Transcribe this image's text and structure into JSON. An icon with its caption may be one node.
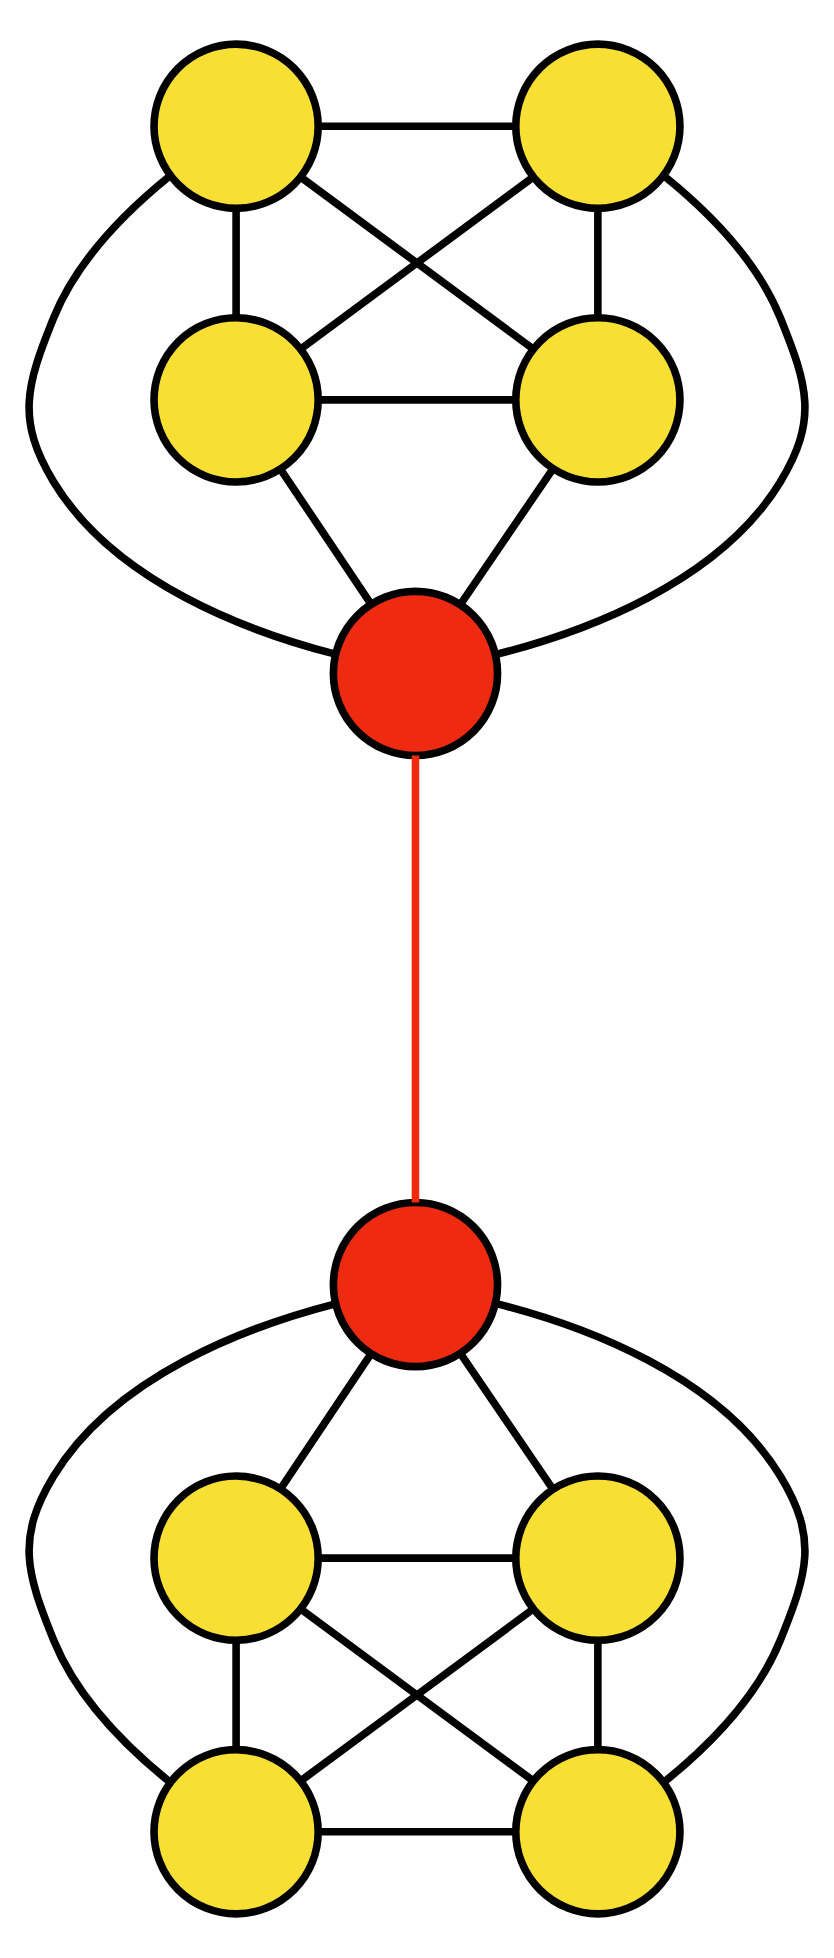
{
  "diagram": {
    "nodes": [
      {
        "text": [],
        "shape": "circle"
      },
      {
        "text": [],
        "shape": "circle"
      },
      {
        "text": [],
        "shape": "circle"
      },
      {
        "text": [],
        "shape": "circle"
      },
      {
        "text": [],
        "shape": "circle"
      },
      {
        "text": [],
        "shape": "circle"
      },
      {
        "text": [],
        "shape": "circle"
      },
      {
        "text": [],
        "shape": "circle"
      },
      {
        "text": [],
        "shape": "circle"
      },
      {
        "text": [],
        "shape": "circle"
      }
    ],
    "edges": [
      {
        "from": 0,
        "to": 1,
        "arrow": "none"
      },
      {
        "from": 0,
        "to": 2,
        "arrow": "none"
      },
      {
        "from": 0,
        "to": 3,
        "arrow": "none"
      },
      {
        "from": 0,
        "to": 4,
        "arrow": "none"
      },
      {
        "from": 1,
        "to": 2,
        "arrow": "none"
      },
      {
        "from": 1,
        "to": 3,
        "arrow": "none"
      },
      {
        "from": 1,
        "to": 4,
        "arrow": "none"
      },
      {
        "from": 2,
        "to": 3,
        "arrow": "none"
      },
      {
        "from": 2,
        "to": 4,
        "arrow": "none"
      },
      {
        "from": 3,
        "to": 4,
        "arrow": "none"
      },
      {
        "from": 4,
        "to": 5,
        "arrow": "none",
        "color": "#ee2a10"
      },
      {
        "from": 5,
        "to": 6,
        "arrow": "none"
      },
      {
        "from": 5,
        "to": 7,
        "arrow": "none"
      },
      {
        "from": 5,
        "to": 8,
        "arrow": "none"
      },
      {
        "from": 5,
        "to": 9,
        "arrow": "none"
      },
      {
        "from": 6,
        "to": 7,
        "arrow": "none"
      },
      {
        "from": 6,
        "to": 8,
        "arrow": "none"
      },
      {
        "from": 6,
        "to": 9,
        "arrow": "none"
      },
      {
        "from": 7,
        "to": 8,
        "arrow": "none"
      },
      {
        "from": 7,
        "to": 9,
        "arrow": "none"
      },
      {
        "from": 8,
        "to": 9,
        "arrow": "none"
      }
    ]
  }
}
